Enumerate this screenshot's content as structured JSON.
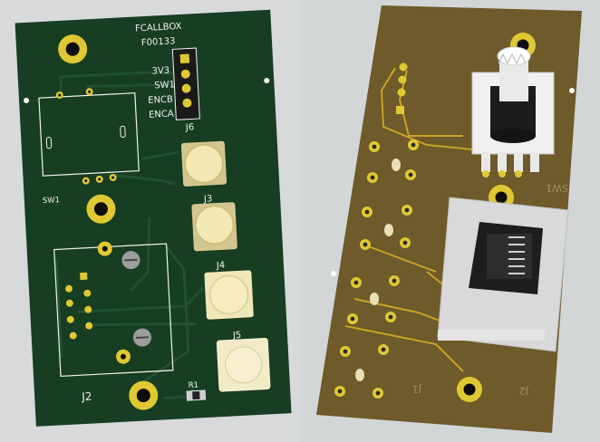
{
  "front_view": {
    "board_name": "FCALLBOX",
    "part_number": "F00133",
    "j6_pins": [
      "3V3",
      "SW1",
      "ENCB",
      "ENCA"
    ],
    "refs": {
      "j6": "J6",
      "sw1": "SW1",
      "j3": "J3",
      "j4": "J4",
      "j5": "J5",
      "j2": "J2",
      "r1": "R1"
    }
  },
  "back_view": {
    "refs": {
      "sw1": "SW1",
      "j2": "J2",
      "j1": "J1"
    }
  },
  "colors": {
    "front_board": "#173d22",
    "back_board": "#6e5a2a",
    "pad_gold": "#e0c832",
    "silkscreen": "#f2f2f2",
    "button_cream": "#f4e8b4"
  }
}
